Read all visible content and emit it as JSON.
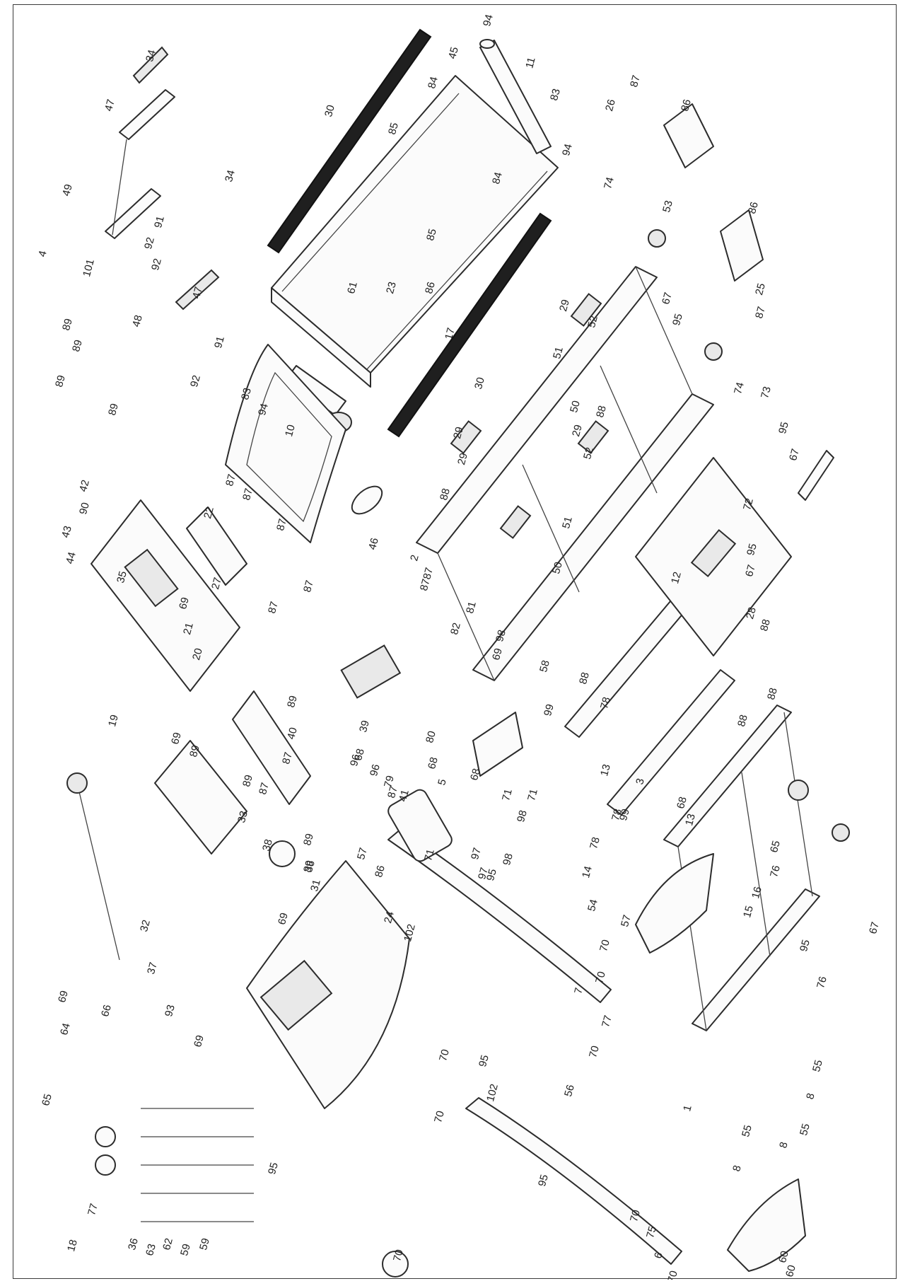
{
  "diagram": {
    "callouts": [
      "94",
      "11",
      "83",
      "94",
      "45",
      "84",
      "30",
      "85",
      "84",
      "85",
      "17",
      "65",
      "30",
      "34",
      "47",
      "49",
      "91",
      "92",
      "92",
      "101",
      "4",
      "34",
      "47",
      "48",
      "91",
      "92",
      "89",
      "89",
      "89",
      "89",
      "83",
      "94",
      "10",
      "87",
      "27",
      "87",
      "87",
      "87",
      "87",
      "46",
      "26",
      "87",
      "86",
      "74",
      "53",
      "67",
      "95",
      "74",
      "86",
      "25",
      "87",
      "29",
      "52",
      "51",
      "50",
      "29",
      "88",
      "29",
      "52",
      "51",
      "50",
      "29",
      "88",
      "2",
      "8787",
      "69",
      "58",
      "42",
      "90",
      "43",
      "44",
      "22",
      "35",
      "69",
      "21",
      "20",
      "19",
      "69",
      "89",
      "89",
      "89",
      "40",
      "87",
      "87",
      "33",
      "89",
      "89",
      "39",
      "68",
      "96",
      "79",
      "80",
      "68",
      "96",
      "87",
      "41",
      "82",
      "81",
      "98",
      "73",
      "95",
      "67",
      "72",
      "95",
      "67",
      "12",
      "28",
      "88",
      "88",
      "88",
      "88",
      "78",
      "99",
      "13",
      "3",
      "68",
      "13",
      "99",
      "78",
      "14",
      "78",
      "68",
      "71",
      "5",
      "71",
      "98",
      "97",
      "98",
      "97",
      "71",
      "38",
      "36",
      "31",
      "69",
      "32",
      "37",
      "93",
      "69",
      "69",
      "66",
      "64",
      "65",
      "76",
      "16",
      "15",
      "67",
      "95",
      "76",
      "55",
      "8",
      "55",
      "8",
      "55",
      "8",
      "1",
      "57",
      "54",
      "57",
      "86",
      "24",
      "102",
      "95",
      "70",
      "70",
      "7",
      "77",
      "70",
      "56",
      "70",
      "95",
      "102",
      "70",
      "95",
      "70",
      "75",
      "6",
      "70",
      "95",
      "70",
      "77",
      "18",
      "36",
      "63",
      "62",
      "59",
      "59",
      "60",
      "60",
      "61",
      "23",
      "86"
    ]
  }
}
